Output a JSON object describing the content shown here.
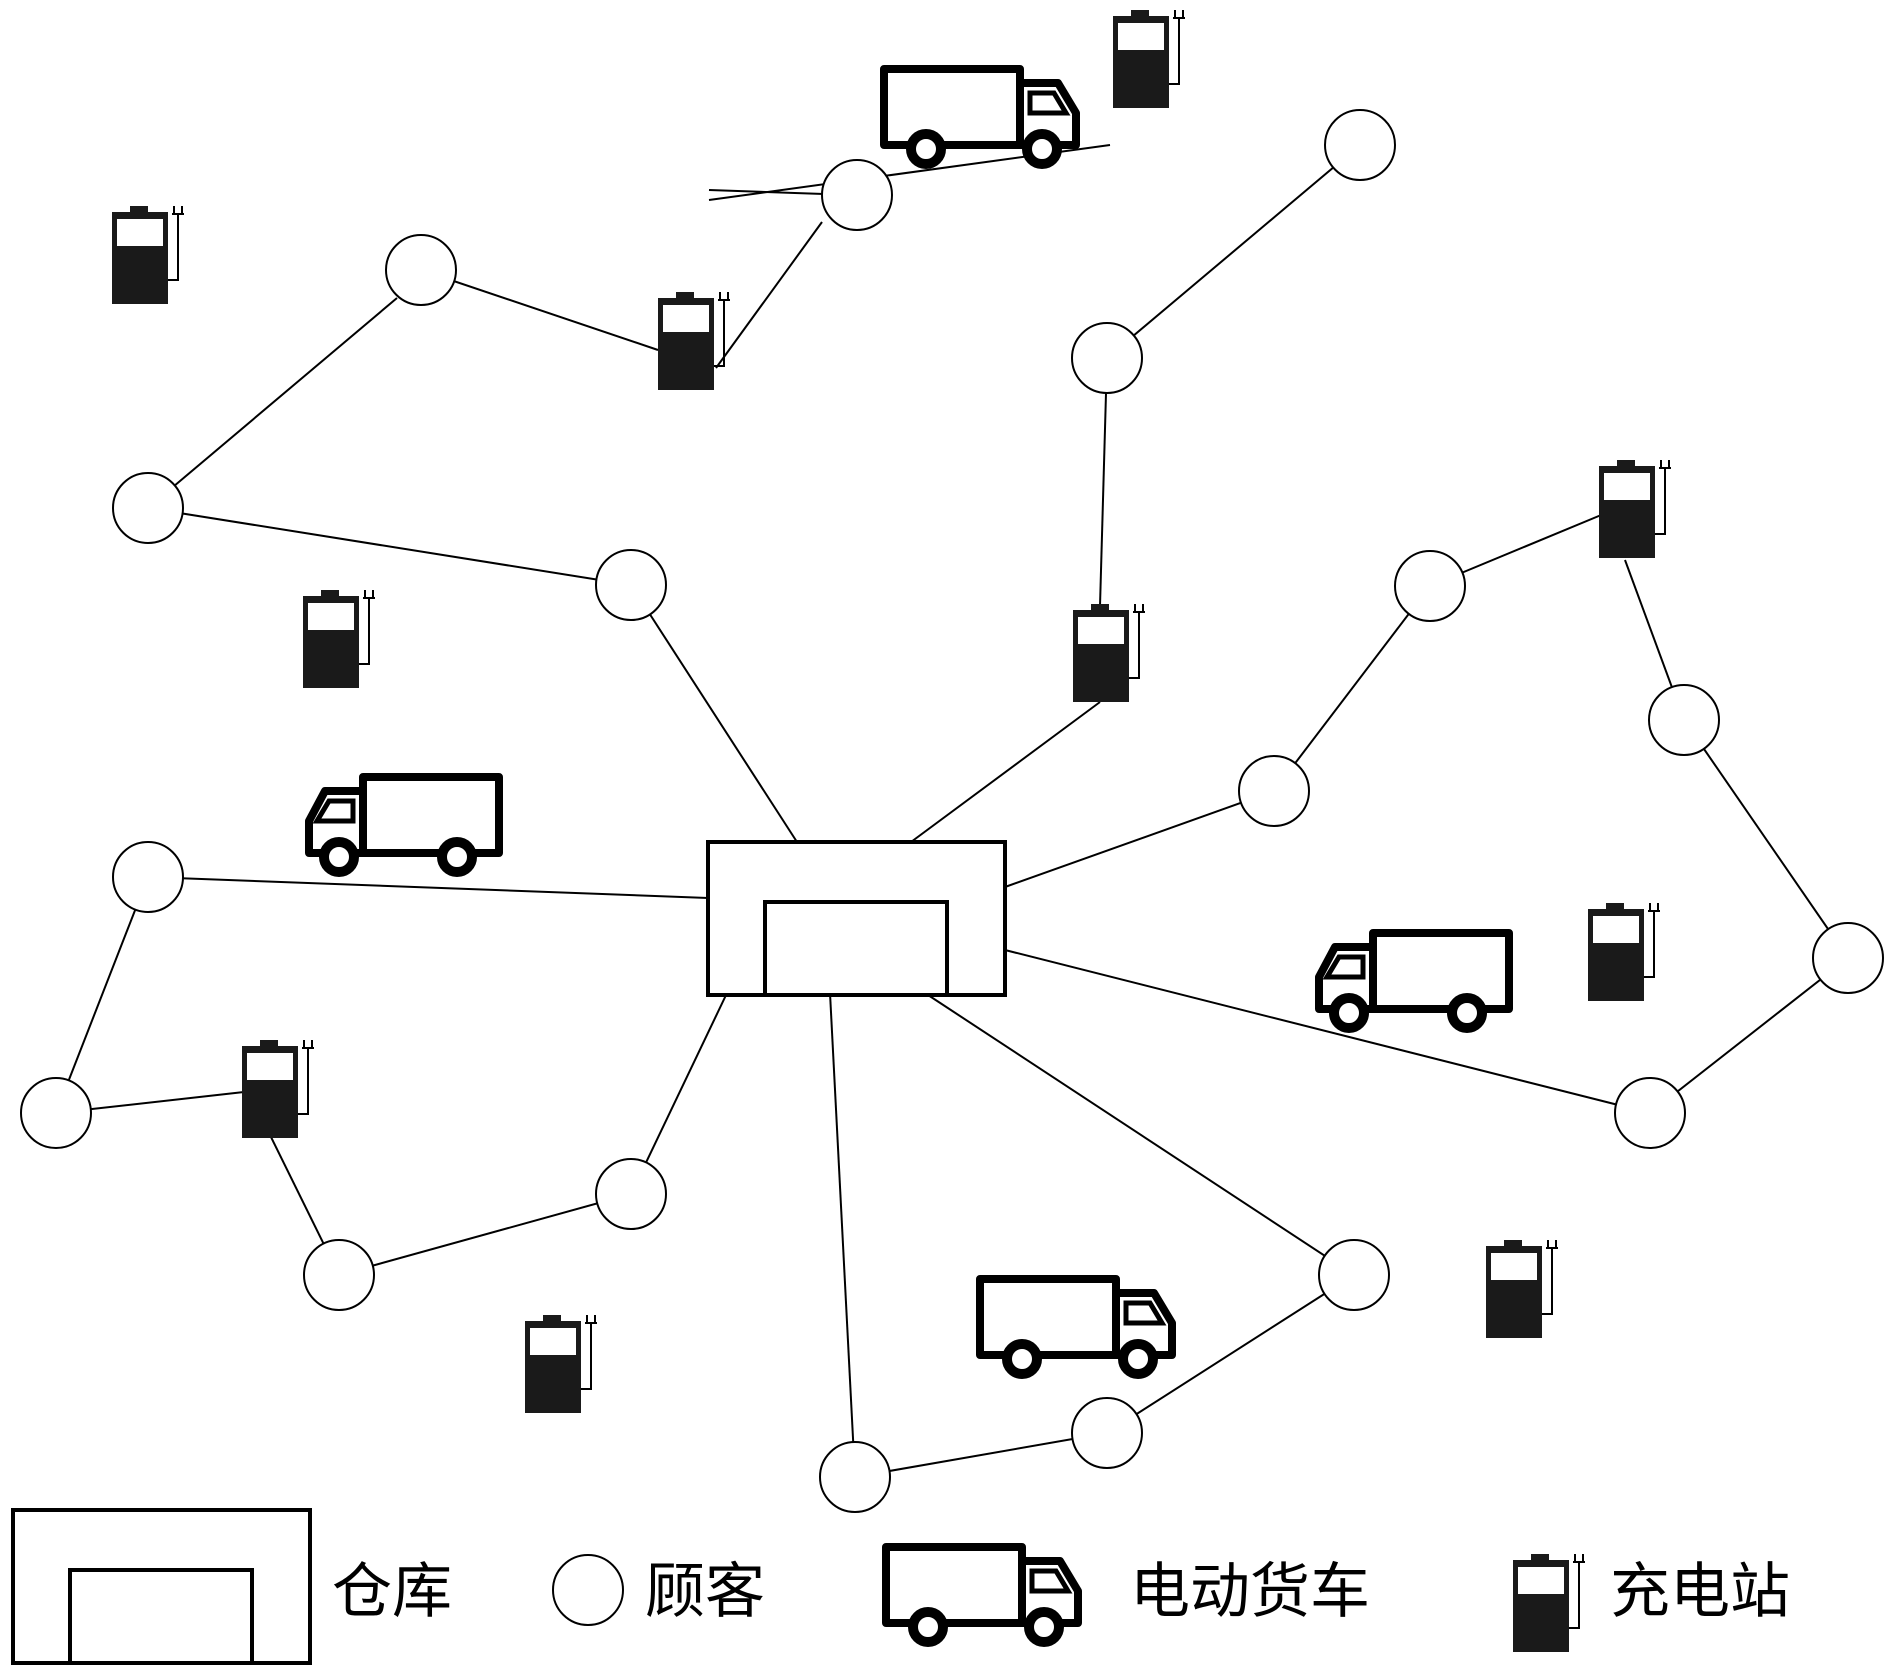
{
  "legend": {
    "warehouse_label": "仓库",
    "customer_label": "顾客",
    "truck_label": "电动货车",
    "station_label": "充电站"
  },
  "colors": {
    "line": "#000000",
    "fill": "#ffffff",
    "battery": "#1a1a1a"
  },
  "icons": [
    "warehouse-icon",
    "customer-circle-icon",
    "electric-truck-icon",
    "charging-station-icon"
  ]
}
